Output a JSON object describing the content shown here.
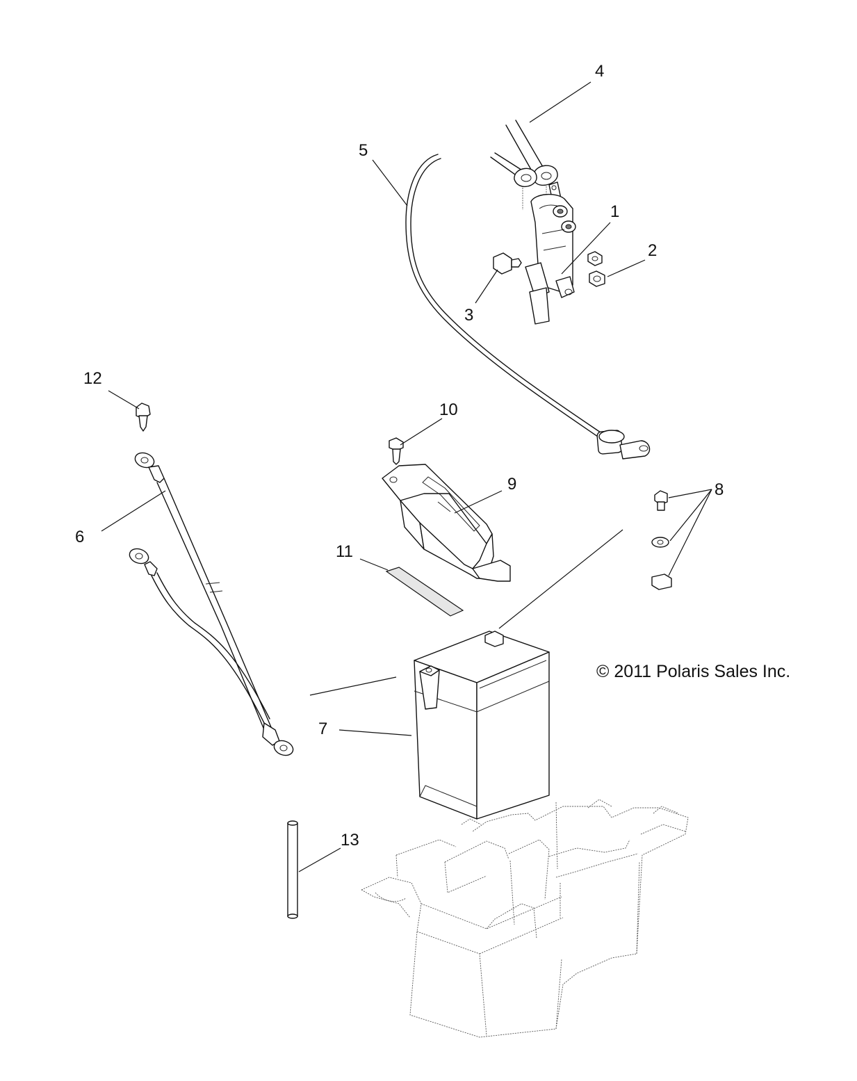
{
  "callouts": [
    {
      "id": "1",
      "label": "1"
    },
    {
      "id": "2",
      "label": "2"
    },
    {
      "id": "3",
      "label": "3"
    },
    {
      "id": "4",
      "label": "4"
    },
    {
      "id": "5",
      "label": "5"
    },
    {
      "id": "6",
      "label": "6"
    },
    {
      "id": "7",
      "label": "7"
    },
    {
      "id": "8",
      "label": "8"
    },
    {
      "id": "9",
      "label": "9"
    },
    {
      "id": "10",
      "label": "10"
    },
    {
      "id": "11",
      "label": "11"
    },
    {
      "id": "12",
      "label": "12"
    },
    {
      "id": "13",
      "label": "13"
    }
  ],
  "copyright": "© 2011 Polaris Sales Inc."
}
